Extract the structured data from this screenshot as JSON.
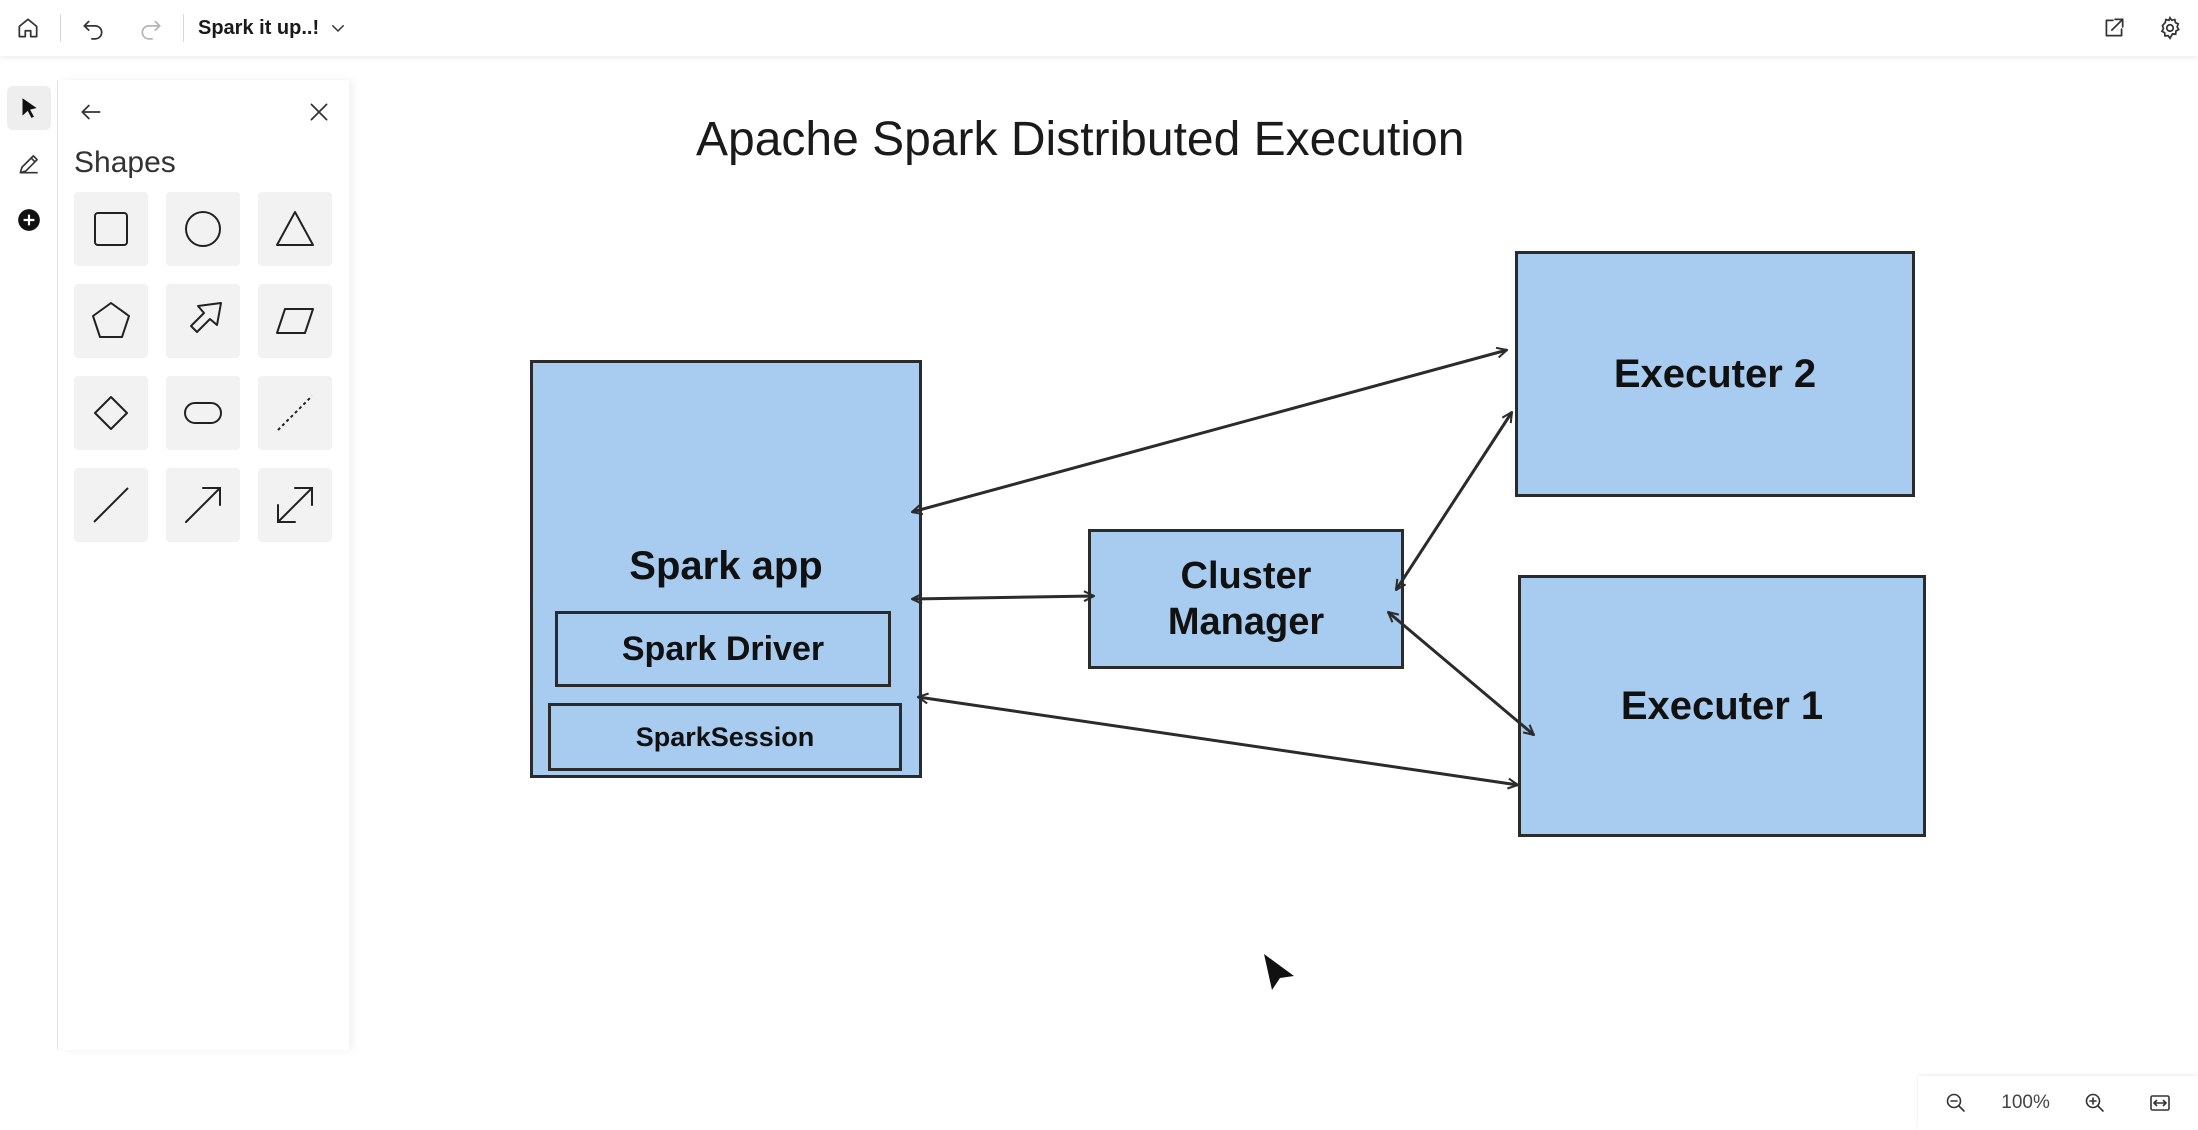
{
  "toolbar": {
    "doc_title": "Spark it up..!",
    "icons": [
      "home-icon",
      "undo-icon",
      "redo-icon",
      "chevron-down-icon",
      "share-icon",
      "gear-icon"
    ]
  },
  "rail": {
    "tools": [
      "select-pointer-icon",
      "pen-icon",
      "add-circle-icon"
    ]
  },
  "panel": {
    "title": "Shapes",
    "shapes": [
      "square",
      "circle",
      "triangle",
      "pentagon",
      "arrow-block",
      "parallelogram",
      "diamond",
      "rounded-rectangle",
      "dashed-line",
      "line",
      "arrow",
      "double-arrow"
    ]
  },
  "diagram": {
    "title": "Apache Spark Distributed Execution",
    "spark_app": "Spark app",
    "spark_driver": "Spark Driver",
    "spark_session": "SparkSession",
    "cluster_manager_line1": "Cluster",
    "cluster_manager_line2": "Manager",
    "executer_2": "Executer 2",
    "executer_1": "Executer 1",
    "fill_color": "#a8cbf0",
    "stroke_color": "#2b2b2b"
  },
  "zoom": {
    "level": "100%"
  }
}
